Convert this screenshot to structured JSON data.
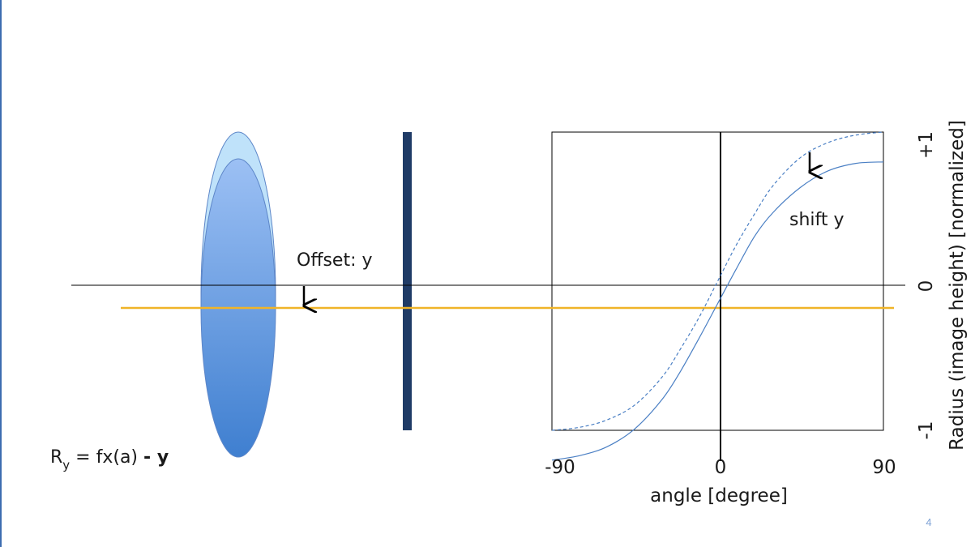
{
  "diagram": {
    "offset_label": "Offset: y",
    "shift_label": "shift y",
    "formula": {
      "r": "R",
      "sub": "y",
      "rest": " = fx(a) ",
      "minus": "- ",
      "y": "y"
    }
  },
  "chart_data": {
    "type": "line",
    "title": "",
    "xlabel": "angle [degree]",
    "ylabel": "Radius (image height) [normalized]",
    "xlim": [
      -90,
      90
    ],
    "ylim": [
      -1,
      1
    ],
    "x_ticks": [
      "-90",
      "0",
      "90"
    ],
    "y_ticks": [
      "+1",
      "0",
      "-1"
    ],
    "grid": false,
    "legend": "none",
    "offset": -0.15,
    "series": [
      {
        "style": "dashed",
        "color": "#4a7fc4",
        "x": [
          -90,
          -75,
          -60,
          -45,
          -30,
          -20,
          -10,
          0,
          10,
          20,
          30,
          45,
          60,
          75,
          90
        ],
        "y": [
          -1.0,
          -0.98,
          -0.93,
          -0.83,
          -0.64,
          -0.45,
          -0.24,
          0.0,
          0.24,
          0.45,
          0.64,
          0.83,
          0.93,
          0.98,
          1.0
        ]
      },
      {
        "style": "solid",
        "color": "#4a7fc4",
        "x": [
          -90,
          -75,
          -60,
          -45,
          -30,
          -20,
          -10,
          0,
          10,
          20,
          30,
          45,
          60,
          75,
          90
        ],
        "y": [
          -1.2,
          -1.17,
          -1.11,
          -0.99,
          -0.79,
          -0.6,
          -0.38,
          -0.15,
          0.08,
          0.3,
          0.46,
          0.63,
          0.74,
          0.79,
          0.8
        ]
      }
    ]
  },
  "page_number": "4"
}
